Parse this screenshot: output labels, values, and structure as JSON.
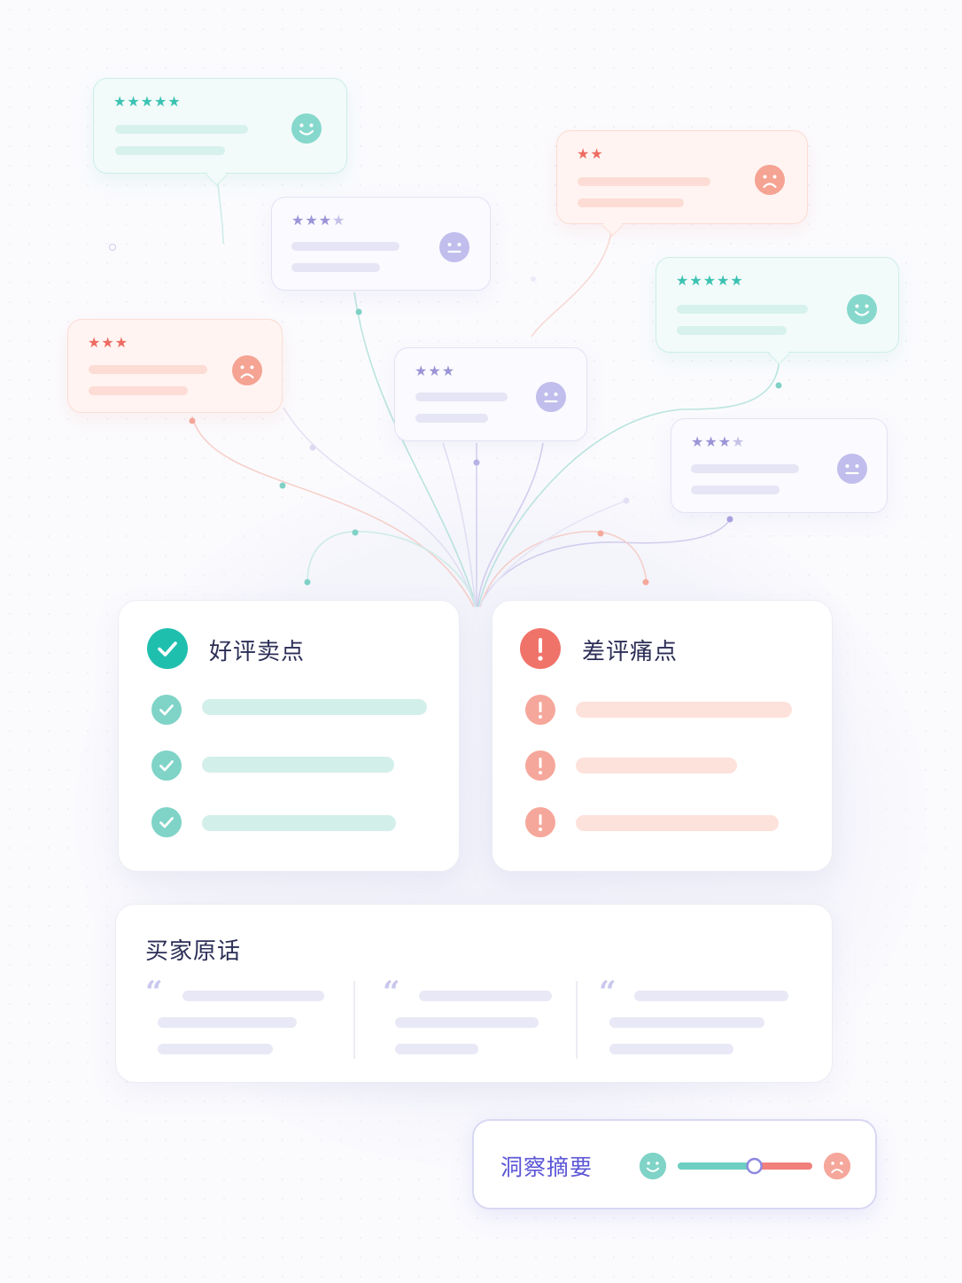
{
  "reviews": [
    {
      "sentiment": "positive",
      "stars": "★★★★★",
      "rating": 5
    },
    {
      "sentiment": "neutral",
      "stars": "★★★",
      "stars_dim": "★",
      "rating": 4
    },
    {
      "sentiment": "negative",
      "stars": "★★",
      "rating": 2
    },
    {
      "sentiment": "positive",
      "stars": "★★★★★",
      "rating": 5
    },
    {
      "sentiment": "negative",
      "stars": "★★★",
      "rating": 3
    },
    {
      "sentiment": "neutral",
      "stars": "★★★",
      "rating": 3
    },
    {
      "sentiment": "neutral",
      "stars": "★★★",
      "stars_dim": "★",
      "rating": 4
    }
  ],
  "panels": {
    "positive": {
      "title": "好评卖点",
      "icon": "check-circle-icon",
      "color": "#1fbfae"
    },
    "negative": {
      "title": "差评痛点",
      "icon": "exclamation-circle-icon",
      "color": "#f0736a"
    },
    "quotes": {
      "title": "买家原话",
      "icon": "quote-icon"
    }
  },
  "insight": {
    "title": "洞察摘要",
    "sentiment_balance": 0.57
  },
  "colors": {
    "positive": "#3cc2b2",
    "negative": "#f0736a",
    "neutral": "#9b94d6",
    "accent": "#5b56d6"
  }
}
